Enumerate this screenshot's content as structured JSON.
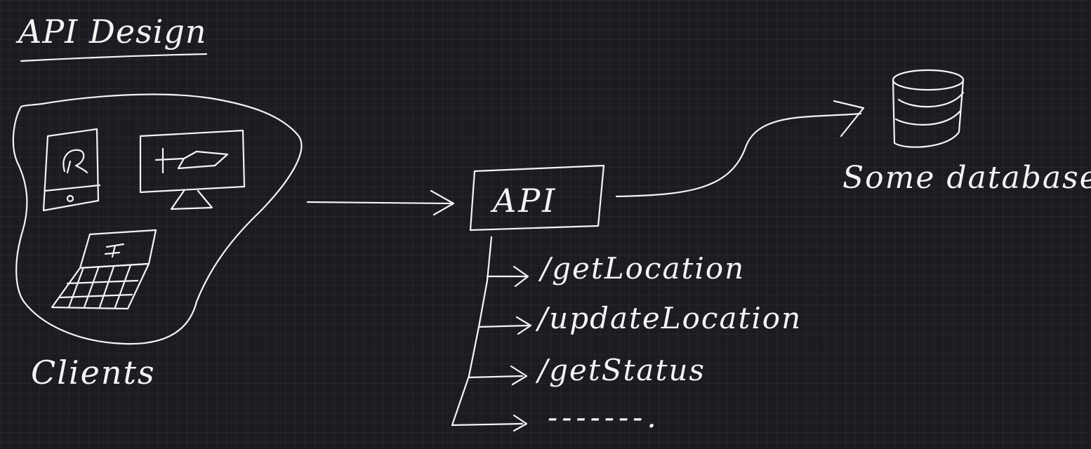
{
  "title": "API Design",
  "clients": {
    "label": "Clients",
    "devices": [
      "phone-icon",
      "monitor-icon",
      "laptop-icon"
    ]
  },
  "api": {
    "label": "API",
    "endpoints": [
      "/getLocation",
      "/updateLocation",
      "/getStatus",
      "-------."
    ]
  },
  "database": {
    "label": "Some database",
    "icon": "database-icon"
  },
  "colors": {
    "background": "#1d1b22",
    "ink": "#f4f4f4"
  }
}
